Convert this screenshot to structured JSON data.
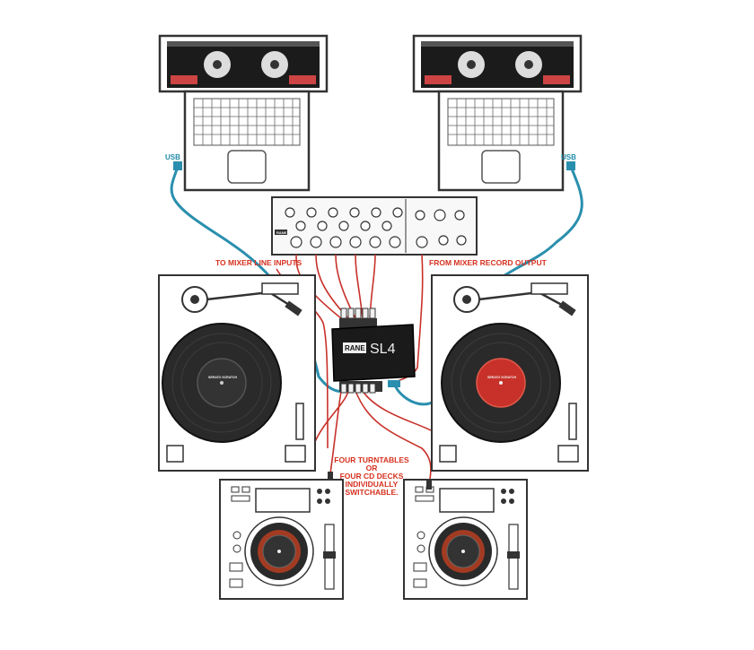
{
  "labels": {
    "usb_left": "USB",
    "usb_right": "USB",
    "to_mixer": "TO MIXER LINE INPUTS",
    "from_mixer": "FROM MIXER RECORD OUTPUT",
    "note_line1": "FOUR TURNTABLES",
    "note_line2": "OR",
    "note_line3": "FOUR CD DECKS",
    "note_line4": "INDIVIDUALLY",
    "note_line5": "SWITCHABLE."
  },
  "interface": {
    "brand": "RANE",
    "model": "SL4"
  },
  "mixer": {
    "brand": "RANE"
  },
  "colors": {
    "cable_red": "#c8312a",
    "cable_blue": "#2a8fae",
    "outline": "#2b2b2b",
    "vinyl": "#2a2a2a",
    "label_red": "#c8302a",
    "stage_bg": "#ffffff"
  },
  "icons": [
    "laptop-icon",
    "mixer-icon",
    "turntable-icon",
    "cd-deck-icon",
    "audio-interface-icon"
  ]
}
